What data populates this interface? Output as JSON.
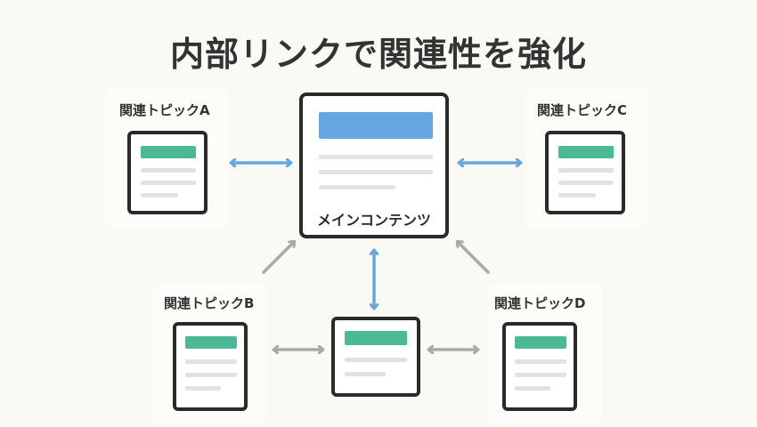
{
  "title": "内部リンクで関連性を強化",
  "main": {
    "label": "メインコンテンツ"
  },
  "topics": [
    {
      "label": "関連トピックA"
    },
    {
      "label": "関連トピックB"
    },
    {
      "label": "関連トピックC"
    },
    {
      "label": "関連トピックD"
    }
  ],
  "colors": {
    "main_header": "#66a6e3",
    "topic_header": "#4cb996",
    "primary_arrow": "#66a6e3",
    "secondary_arrow": "#a9a9a9"
  },
  "icons": [
    "bidirectional-arrow-icon",
    "diagonal-arrow-icon",
    "document-card-icon"
  ]
}
